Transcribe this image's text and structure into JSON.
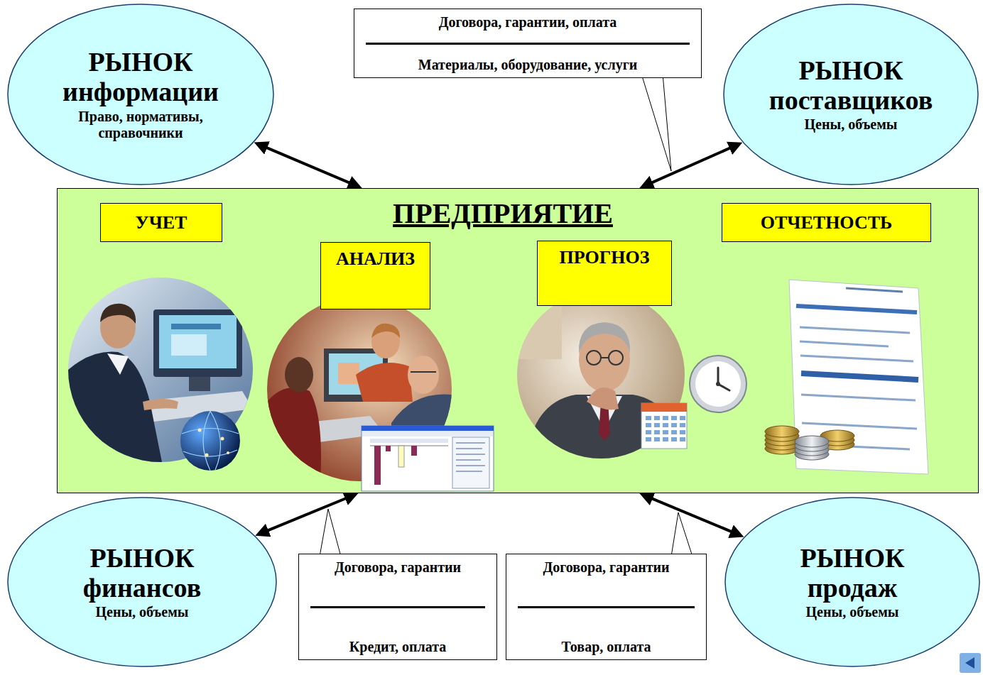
{
  "diagram": {
    "nodes": [
      {
        "text": [
          "РЫНОК информации",
          "Право, нормативы, справочники"
        ]
      },
      {
        "text": [
          "Договора, гарантии, оплата",
          "Материалы, оборудование, услуги"
        ]
      },
      {
        "text": [
          "РЫНОК поставщиков",
          "Цены, объемы"
        ]
      },
      {
        "text": [
          "ПРЕДПРИЯТИЕ"
        ]
      },
      {
        "text": [
          "УЧЕТ"
        ],
        "in": 3
      },
      {
        "text": [
          "АНАЛИЗ"
        ],
        "in": 3
      },
      {
        "text": [
          "ПРОГНОЗ"
        ],
        "in": 3
      },
      {
        "text": [
          "ОТЧЕТНОСТЬ"
        ],
        "in": 3
      },
      {
        "text": [
          "РЫНОК финансов",
          "Цены, объемы"
        ]
      },
      {
        "text": [
          "Договора, гарантии",
          "Кредит, оплата"
        ]
      },
      {
        "text": [
          "Договора, гарантии",
          "Товар, оплата"
        ]
      },
      {
        "text": [
          "РЫНОК продаж",
          "Цены, объемы"
        ]
      }
    ],
    "edges": [
      {
        "from": 0,
        "to": 3,
        "arrow": "both"
      },
      {
        "from": 2,
        "to": 3,
        "arrow": "both"
      },
      {
        "from": 8,
        "to": 3,
        "arrow": "both"
      },
      {
        "from": 11,
        "to": 3,
        "arrow": "both"
      }
    ]
  }
}
